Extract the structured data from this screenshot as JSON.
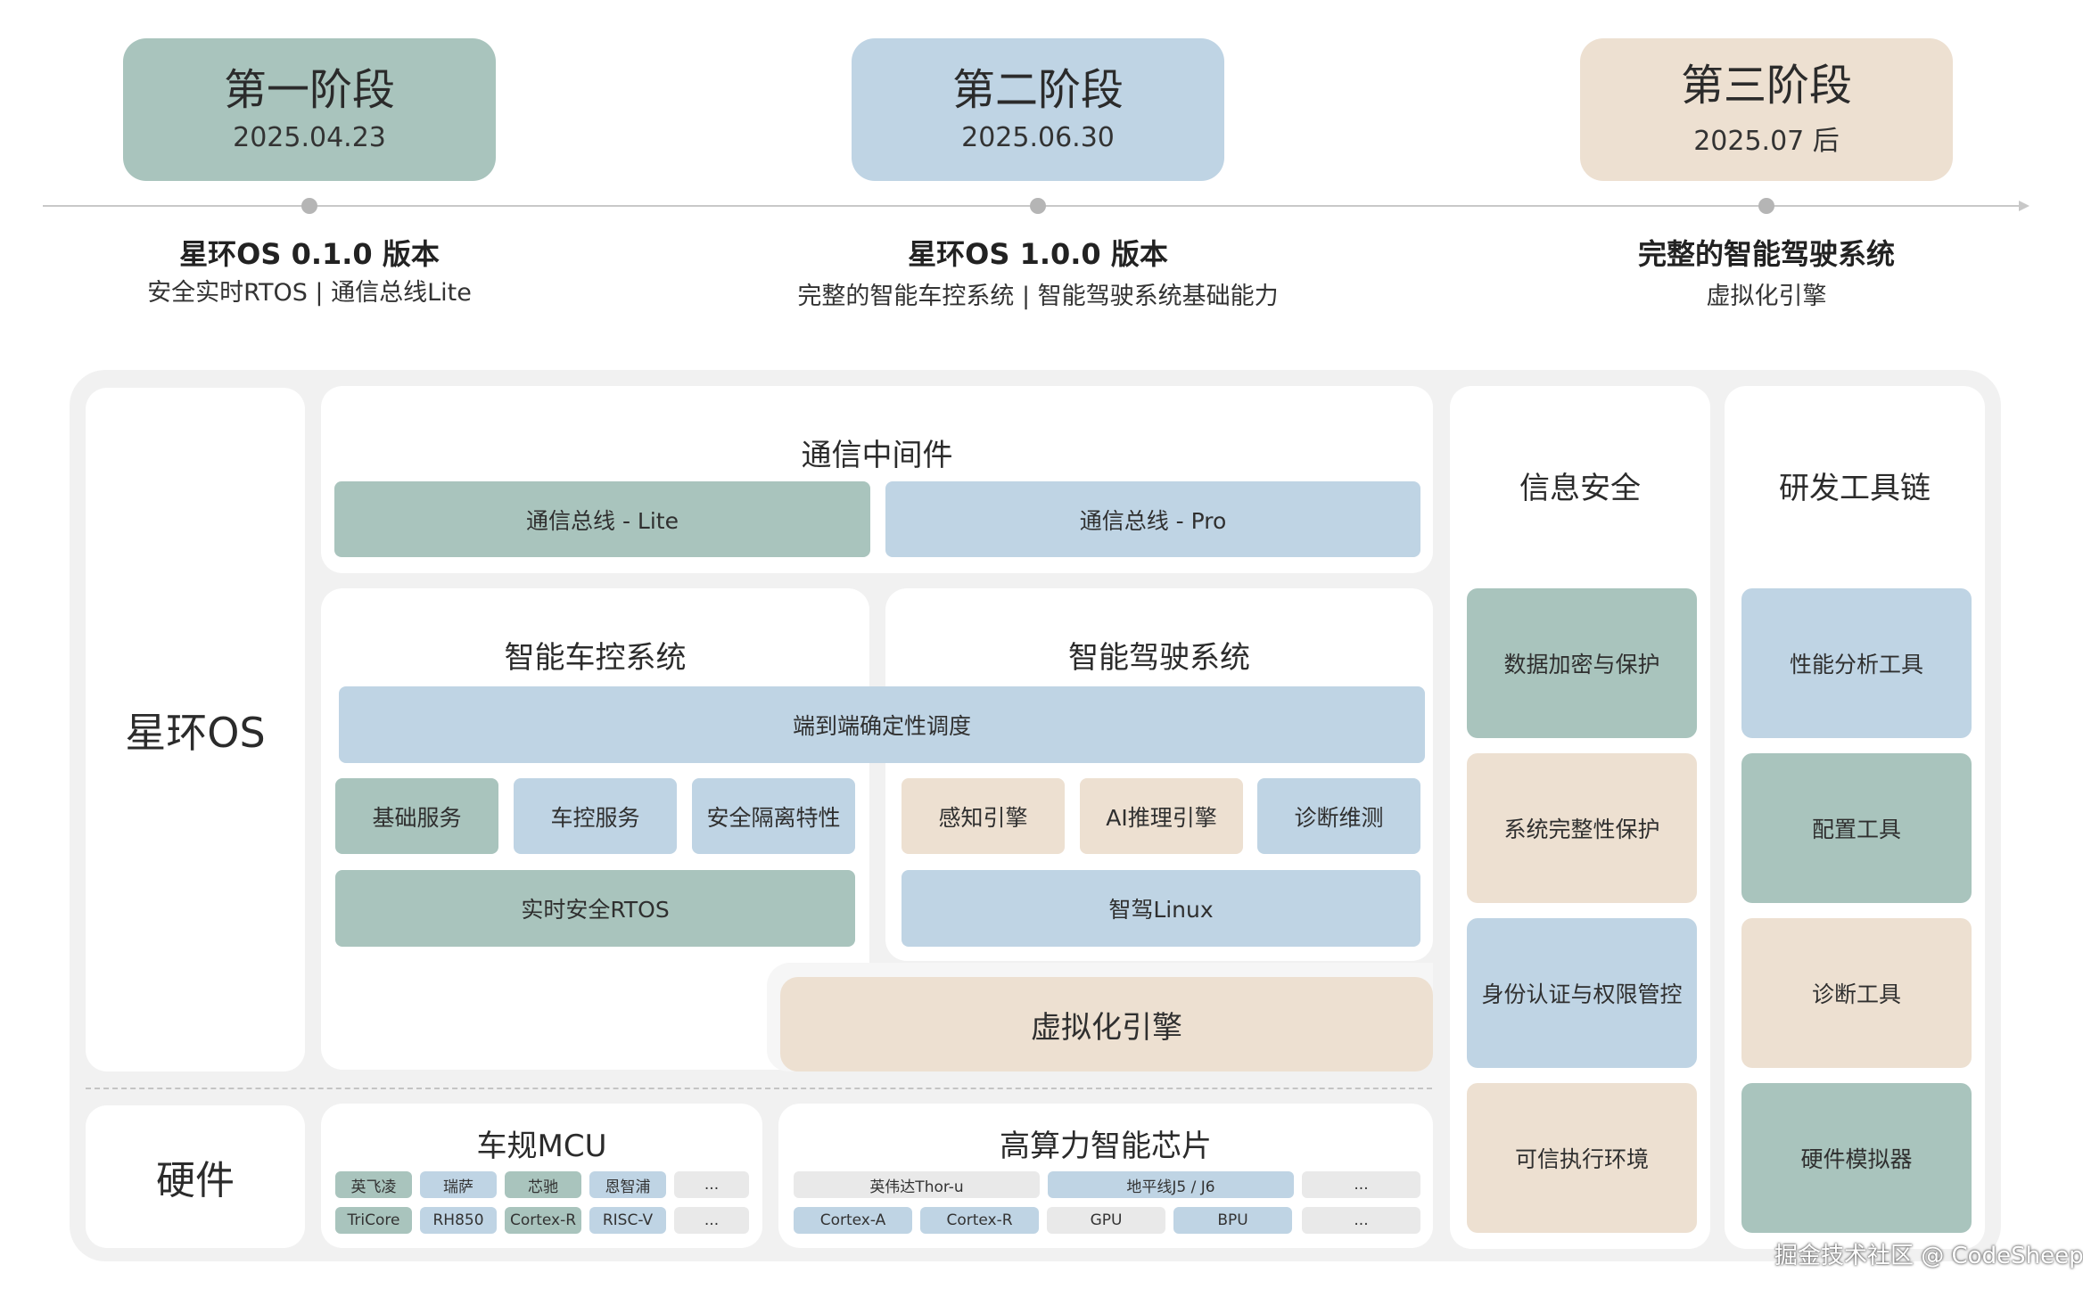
{
  "phases": [
    {
      "title": "第一阶段",
      "date": "2025.04.23",
      "version": "星环OS 0.1.0 版本",
      "desc": "安全实时RTOS | 通信总线Lite",
      "color": "#a9c4bd"
    },
    {
      "title": "第二阶段",
      "date": "2025.06.30",
      "version": "星环OS 1.0.0 版本",
      "desc": "完整的智能车控系统 | 智能驾驶系统基础能力",
      "color": "#bfd4e4"
    },
    {
      "title": "第三阶段",
      "date": "2025.07 后",
      "version": "完整的智能驾驶系统",
      "desc": "虚拟化引擎",
      "color": "#ede0d1"
    }
  ],
  "os": {
    "label": "星环OS"
  },
  "hardware": {
    "label": "硬件"
  },
  "comm": {
    "title": "通信中间件",
    "lite": "通信总线 - Lite",
    "pro": "通信总线 - Pro"
  },
  "vehicle": {
    "title": "智能车控系统",
    "basic": "基础服务",
    "control": "车控服务",
    "isolation": "安全隔离特性",
    "rtos": "实时安全RTOS"
  },
  "driving": {
    "title": "智能驾驶系统",
    "perception": "感知引擎",
    "ai": "AI推理引擎",
    "diag": "诊断维测",
    "linux": "智驾Linux"
  },
  "e2e": "端到端确定性调度",
  "virt": "虚拟化引擎",
  "security": {
    "title": "信息安全",
    "items": [
      "数据加密与保护",
      "系统完整性保护",
      "身份认证与权限管控",
      "可信执行环境"
    ]
  },
  "tools": {
    "title": "研发工具链",
    "items": [
      "性能分析工具",
      "配置工具",
      "诊断工具",
      "硬件模拟器"
    ]
  },
  "mcu": {
    "title": "车规MCU",
    "row1": [
      "英飞凌",
      "瑞萨",
      "芯驰",
      "恩智浦",
      "..."
    ],
    "row2": [
      "TriCore",
      "RH850",
      "Cortex-R",
      "RISC-V",
      "..."
    ]
  },
  "chip": {
    "title": "高算力智能芯片",
    "row1": [
      "英伟达Thor-u",
      "地平线J5 / J6",
      "..."
    ],
    "row2": [
      "Cortex-A",
      "Cortex-R",
      "GPU",
      "BPU",
      "..."
    ]
  },
  "watermark": "掘金技术社区 @ CodeSheep"
}
